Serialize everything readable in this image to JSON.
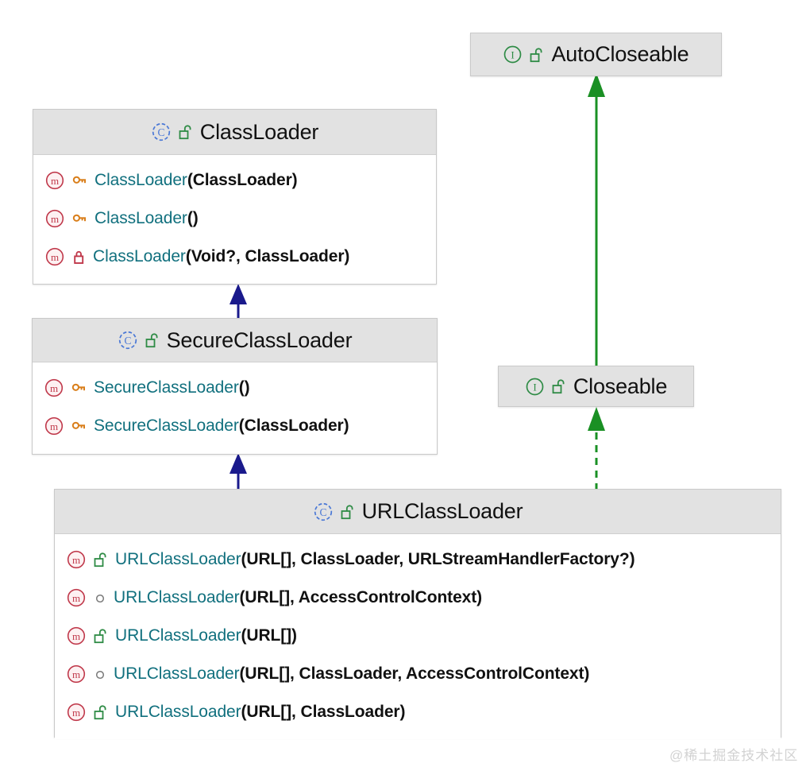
{
  "diagram": {
    "type": "uml-class-diagram",
    "background": "#ffffff",
    "watermark": "@稀土掘金技术社区",
    "colors": {
      "header_fill": "#e2e2e2",
      "body_fill": "#ffffff",
      "border": "#c9c9c9",
      "class_icon": "#4a78d6",
      "interface_icon": "#2e8b45",
      "method_icon": "#c0394b",
      "method_name_text": "#11707e",
      "param_text": "#111111",
      "public_lock": "#2e8b45",
      "protected_key": "#d97e1a",
      "private_lock": "#c0394b",
      "package_circle": "#7a7a7a",
      "inheritance_arrow": "#1a1a8c",
      "realization_arrow": "#1a9024"
    }
  },
  "nodes": {
    "autocloseable": {
      "name": "AutoCloseable",
      "stereotype": "interface",
      "stereotype_icon": "interface-icon",
      "visibility_icon": "public-unlock-icon",
      "members": []
    },
    "closeable": {
      "name": "Closeable",
      "stereotype": "interface",
      "stereotype_icon": "interface-icon",
      "visibility_icon": "public-unlock-icon",
      "members": []
    },
    "classloader": {
      "name": "ClassLoader",
      "stereotype": "class",
      "stereotype_icon": "class-icon",
      "visibility_icon": "public-unlock-icon",
      "members": [
        {
          "kind_icon": "method-icon",
          "visibility_icon": "protected-key-icon",
          "visibility": "protected",
          "name": "ClassLoader",
          "params": "(ClassLoader)"
        },
        {
          "kind_icon": "method-icon",
          "visibility_icon": "protected-key-icon",
          "visibility": "protected",
          "name": "ClassLoader",
          "params": "()"
        },
        {
          "kind_icon": "method-icon",
          "visibility_icon": "private-lock-icon",
          "visibility": "private",
          "name": "ClassLoader",
          "params": "(Void?, ClassLoader)"
        }
      ]
    },
    "secureclassloader": {
      "name": "SecureClassLoader",
      "stereotype": "class",
      "stereotype_icon": "class-icon",
      "visibility_icon": "public-unlock-icon",
      "members": [
        {
          "kind_icon": "method-icon",
          "visibility_icon": "protected-key-icon",
          "visibility": "protected",
          "name": "SecureClassLoader",
          "params": "()"
        },
        {
          "kind_icon": "method-icon",
          "visibility_icon": "protected-key-icon",
          "visibility": "protected",
          "name": "SecureClassLoader",
          "params": "(ClassLoader)"
        }
      ]
    },
    "urlclassloader": {
      "name": "URLClassLoader",
      "stereotype": "class",
      "stereotype_icon": "class-icon",
      "visibility_icon": "public-unlock-icon",
      "members": [
        {
          "kind_icon": "method-icon",
          "visibility_icon": "public-unlock-icon",
          "visibility": "public",
          "name": "URLClassLoader",
          "params": "(URL[], ClassLoader, URLStreamHandlerFactory?)"
        },
        {
          "kind_icon": "method-icon",
          "visibility_icon": "package-circle-icon",
          "visibility": "package-private",
          "name": "URLClassLoader",
          "params": "(URL[], AccessControlContext)"
        },
        {
          "kind_icon": "method-icon",
          "visibility_icon": "public-unlock-icon",
          "visibility": "public",
          "name": "URLClassLoader",
          "params": "(URL[])"
        },
        {
          "kind_icon": "method-icon",
          "visibility_icon": "package-circle-icon",
          "visibility": "package-private",
          "name": "URLClassLoader",
          "params": "(URL[], ClassLoader, AccessControlContext)"
        },
        {
          "kind_icon": "method-icon",
          "visibility_icon": "public-unlock-icon",
          "visibility": "public",
          "name": "URLClassLoader",
          "params": "(URL[], ClassLoader)"
        }
      ]
    }
  },
  "edges": [
    {
      "id": "closeable-to-autocloseable",
      "from": "Closeable",
      "to": "AutoCloseable",
      "relation": "extends",
      "style": "solid",
      "color": "#1a9024"
    },
    {
      "id": "urlclassloader-to-closeable",
      "from": "URLClassLoader",
      "to": "Closeable",
      "relation": "implements",
      "style": "dashed",
      "color": "#1a9024"
    },
    {
      "id": "secureclassloader-to-classloader",
      "from": "SecureClassLoader",
      "to": "ClassLoader",
      "relation": "extends",
      "style": "solid",
      "color": "#1a1a8c"
    },
    {
      "id": "urlclassloader-to-secureclassloader",
      "from": "URLClassLoader",
      "to": "SecureClassLoader",
      "relation": "extends",
      "style": "solid",
      "color": "#1a1a8c"
    }
  ]
}
